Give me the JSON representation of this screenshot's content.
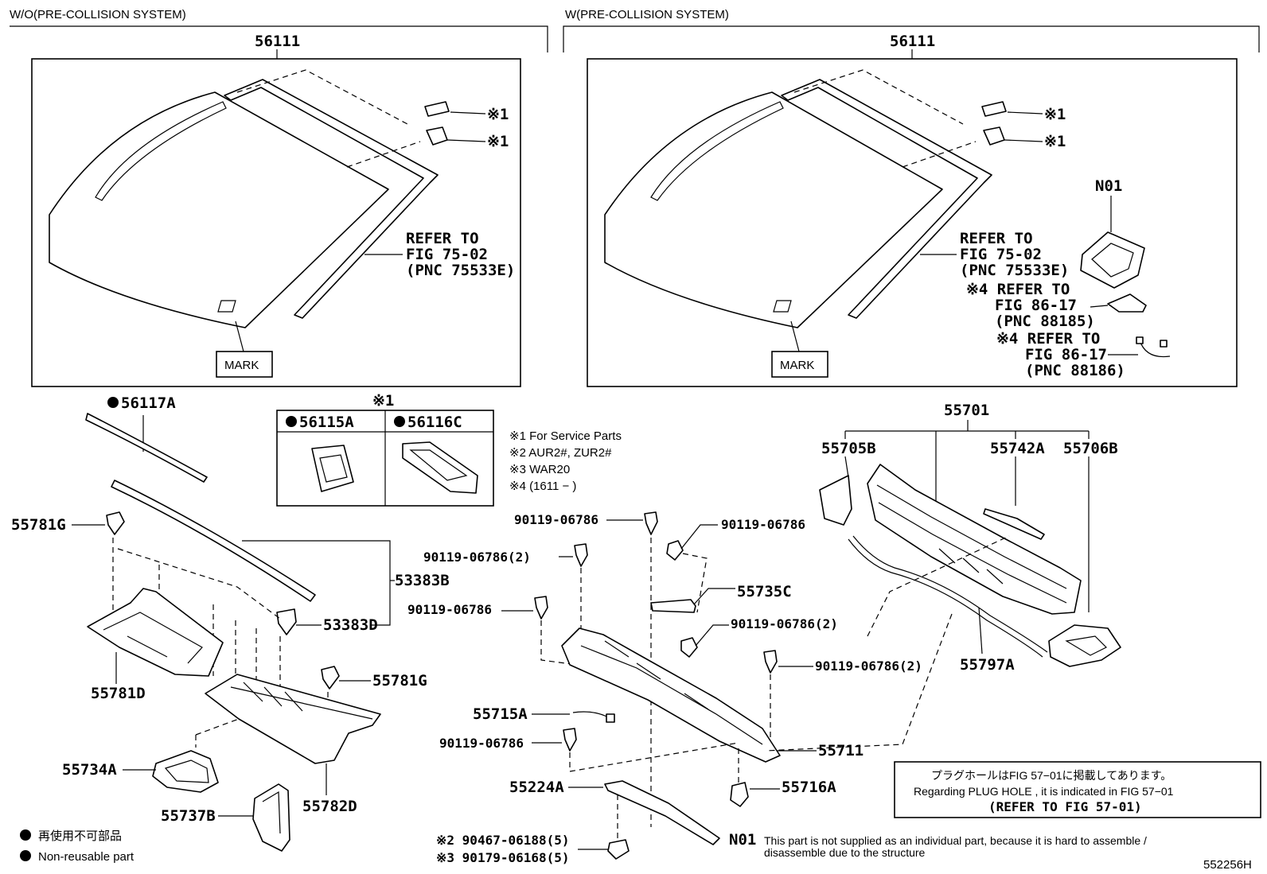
{
  "headers": {
    "left": "W/O(PRE-COLLISION SYSTEM)",
    "right": "W(PRE-COLLISION SYSTEM)"
  },
  "callouts": {
    "p56111_left": "56111",
    "p56111_right": "56111",
    "note1": "※1",
    "refer_left": [
      "REFER TO",
      "FIG 75-02",
      "(PNC 75533E)"
    ],
    "refer_right": [
      "REFER TO",
      "FIG 75-02",
      "(PNC 75533E)"
    ],
    "n01": "N01",
    "refer_88185": [
      "※4 REFER TO",
      "FIG 86-17",
      "(PNC 88185)"
    ],
    "refer_88186": [
      "※4 REFER TO",
      "FIG 86-17",
      "(PNC 88186)"
    ],
    "mark": "MARK",
    "p56117A": "56117A",
    "p56115A": "56115A",
    "p56116C": "56116C",
    "p55701": "55701",
    "p55705B": "55705B",
    "p55742A": "55742A",
    "p55706B": "55706B",
    "p55781G": "55781G",
    "p53383B": "53383B",
    "p53383D": "53383D",
    "p55781D": "55781D",
    "p55734A": "55734A",
    "p55737B": "55737B",
    "p55782D": "55782D",
    "b90119": "90119-06786",
    "b90119x2": "90119-06786(2)",
    "p55735C": "55735C",
    "p55715A": "55715A",
    "p55711": "55711",
    "p55224A": "55224A",
    "p55716A": "55716A",
    "p55797A": "55797A",
    "s90467": "※2 90467-06188(5)",
    "s90179": "※3 90179-06168(5)"
  },
  "legend": {
    "l1": "※1 For Service Parts",
    "l2": "※2 AUR2#, ZUR2#",
    "l3": "※3 WAR20",
    "l4": "※4 (1611 −      )",
    "non_reusable_jp": "再使用不可部品",
    "non_reusable_en": "Non-reusable part"
  },
  "plug_note": {
    "jp": "プラグホールはFIG 57−01に掲載してあります。",
    "en": "Regarding  PLUG  HOLE , it is indicated in FIG 57−01",
    "ref": "(REFER TO FIG 57-01)"
  },
  "n01_note": {
    "label": "N01",
    "line1": "This part is not supplied as an individual part, because it is hard to assemble /",
    "line2": "disassemble due to the structure"
  },
  "fig_id": "552256H"
}
